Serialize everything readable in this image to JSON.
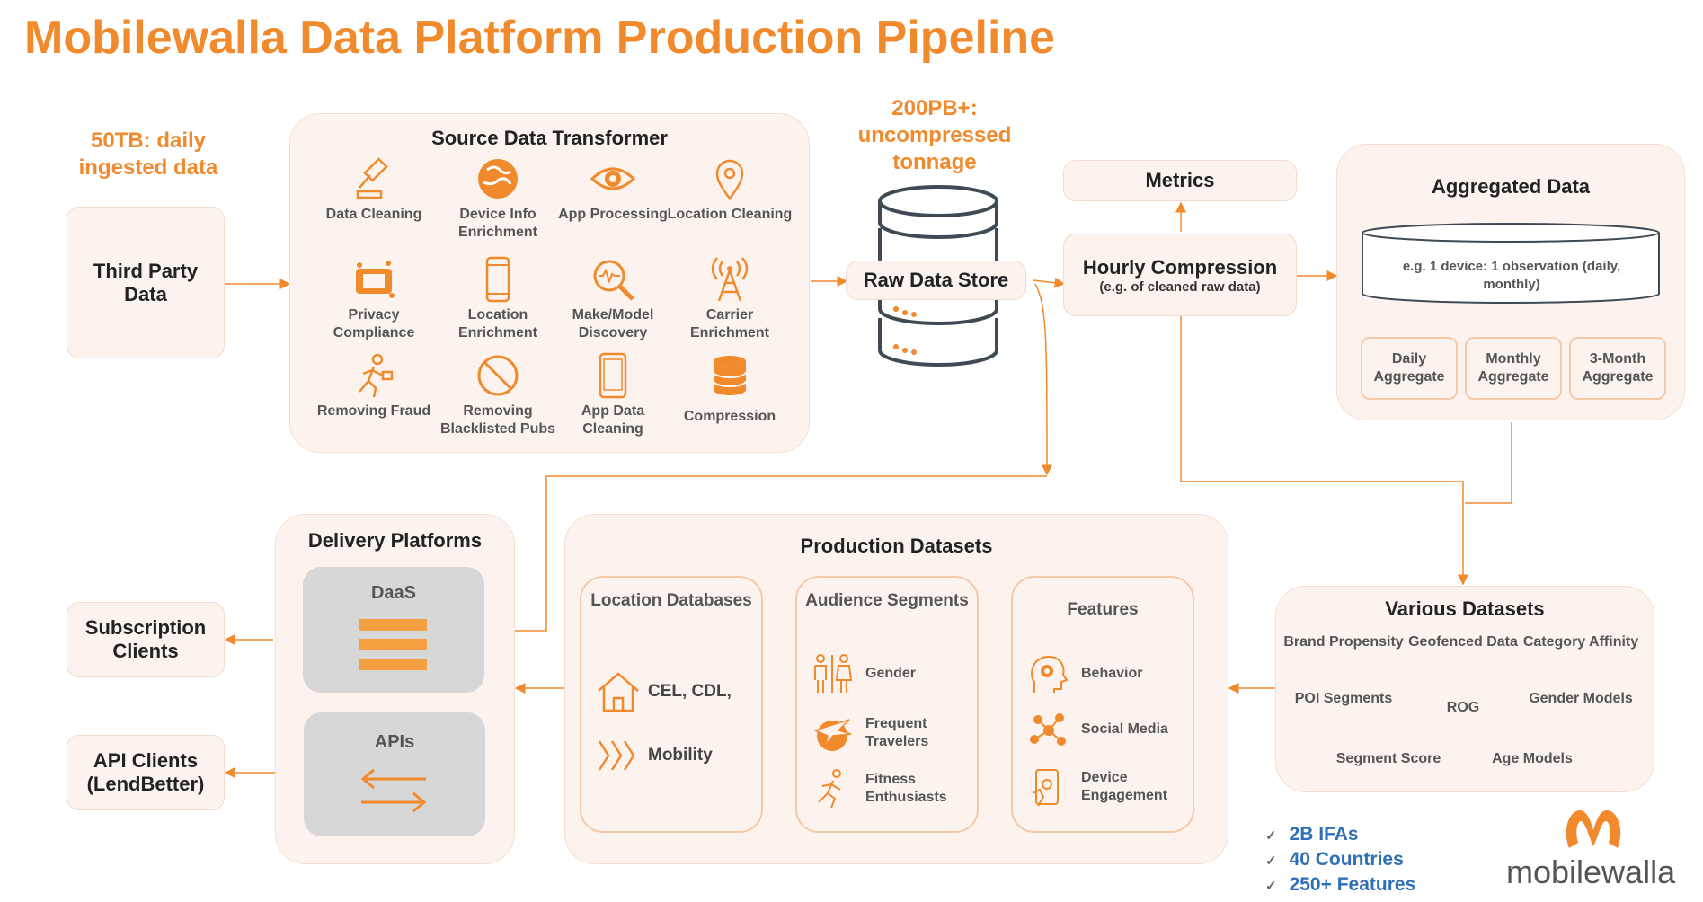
{
  "title": "Mobilewalla Data Platform Production Pipeline",
  "ingest_note": "50TB: daily ingested data",
  "tonnage_note": "200PB+: uncompressed tonnage",
  "third_party": "Third Party Data",
  "transformer": {
    "title": "Source Data Transformer",
    "items": [
      {
        "label": "Data Cleaning",
        "icon": "gavel-icon"
      },
      {
        "label": "Device Info Enrichment",
        "icon": "globe-icon"
      },
      {
        "label": "App Processing",
        "icon": "eye-icon"
      },
      {
        "label": "Location Cleaning",
        "icon": "location-pin-icon"
      },
      {
        "label": "Privacy Compliance",
        "icon": "privacy-shield-icon"
      },
      {
        "label": "Location Enrichment",
        "icon": "phone-icon"
      },
      {
        "label": "Make/Model Discovery",
        "icon": "magnifier-icon"
      },
      {
        "label": "Carrier Enrichment",
        "icon": "antenna-icon"
      },
      {
        "label": "Removing Fraud",
        "icon": "fraud-runner-icon"
      },
      {
        "label": "Removing Blacklisted Pubs",
        "icon": "blocked-icon"
      },
      {
        "label": "App Data Cleaning",
        "icon": "tablet-icon"
      },
      {
        "label": "Compression",
        "icon": "database-icon"
      }
    ]
  },
  "raw_store": "Raw Data Store",
  "metrics": "Metrics",
  "hourly": {
    "title": "Hourly Compression",
    "subtitle": "(e.g. of cleaned raw data)"
  },
  "aggregated": {
    "title": "Aggregated Data",
    "example": "e.g. 1 device: 1 observation (daily, monthly)",
    "aggregates": [
      "Daily Aggregate",
      "Monthly Aggregate",
      "3-Month Aggregate"
    ]
  },
  "delivery": {
    "title": "Delivery Platforms",
    "daas": "DaaS",
    "apis": "APIs"
  },
  "clients": {
    "subscription": "Subscription Clients",
    "api": "API Clients (LendBetter)"
  },
  "production": {
    "title": "Production Datasets",
    "location": {
      "title": "Location Databases",
      "items": [
        "CEL, CDL,",
        "Mobility"
      ]
    },
    "audience": {
      "title": "Audience Segments",
      "items": [
        "Gender",
        "Frequent Travelers",
        "Fitness Enthusiasts"
      ]
    },
    "features": {
      "title": "Features",
      "items": [
        "Behavior",
        "Social Media",
        "Device Engagement"
      ]
    }
  },
  "various": {
    "title": "Various Datasets",
    "items": [
      "Brand Propensity",
      "Geofenced Data",
      "Category Affinity",
      "POI Segments",
      "ROG",
      "Gender Models",
      "Segment Score",
      "Age Models"
    ]
  },
  "stats": [
    "2B IFAs",
    "40 Countries",
    "250+ Features"
  ],
  "logo": "mobilewalla",
  "colors": {
    "accent": "#f08a2c",
    "panel": "#fdf3ee",
    "stats": "#2f6fb5"
  }
}
